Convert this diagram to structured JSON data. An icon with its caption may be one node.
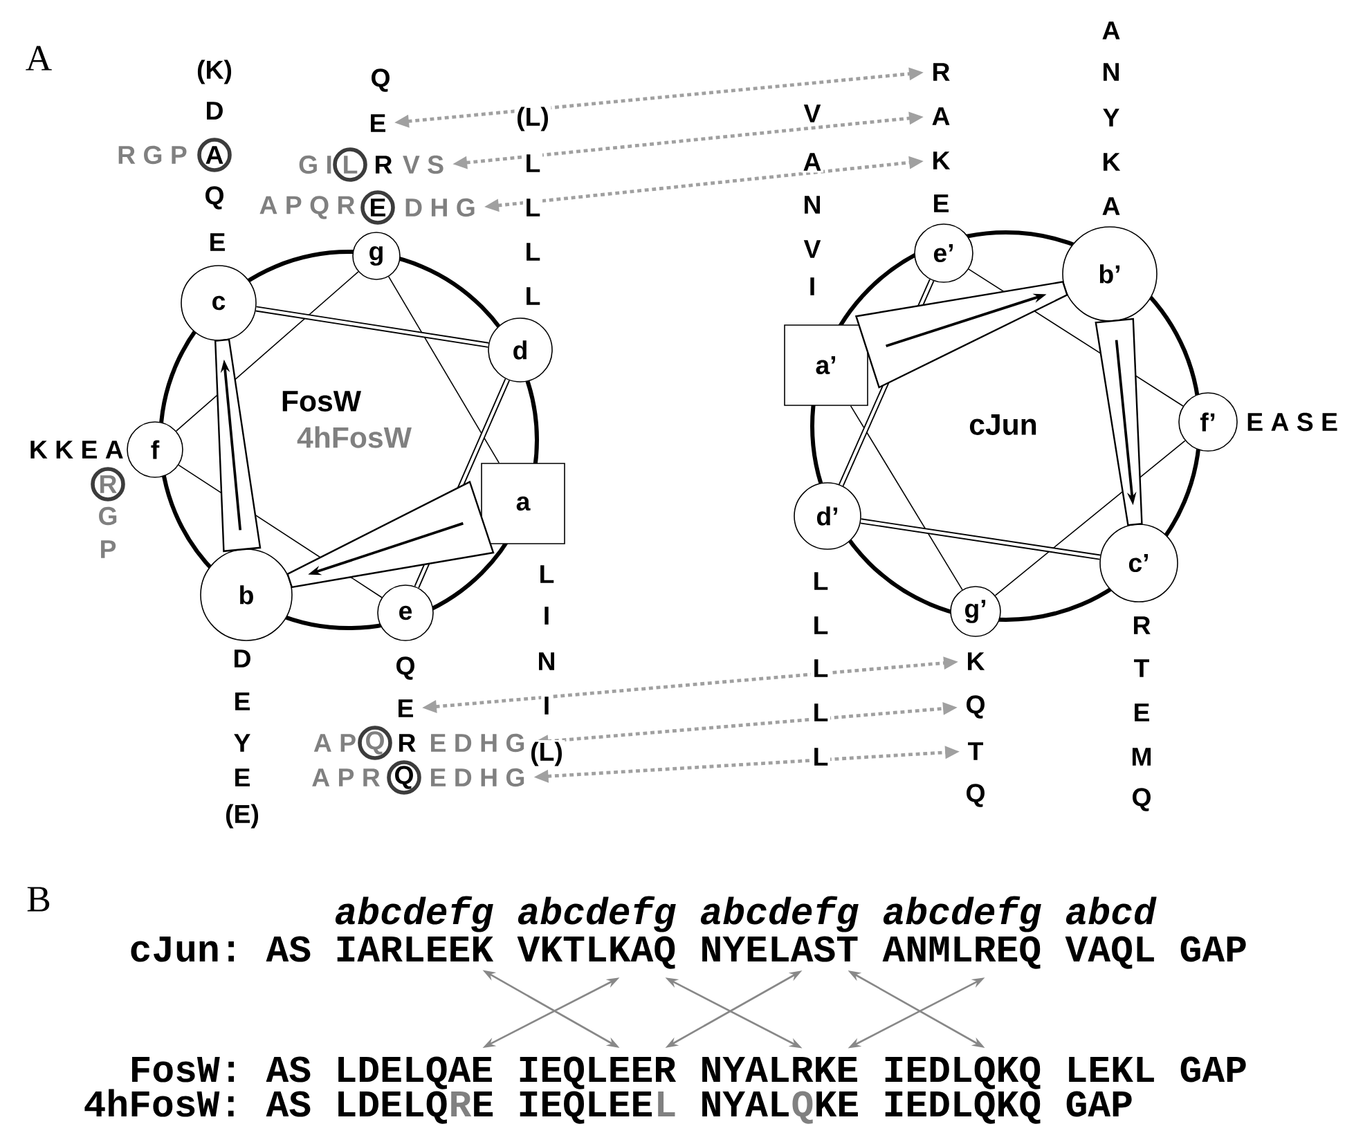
{
  "diagram": {
    "nodes": [
      {
        "text": [
          "a"
        ]
      },
      {
        "text": [
          "b"
        ]
      },
      {
        "text": [
          "c"
        ]
      },
      {
        "text": [
          "d"
        ]
      },
      {
        "text": [
          "e"
        ]
      },
      {
        "text": [
          "f"
        ]
      },
      {
        "text": [
          "g"
        ]
      },
      {
        "text": [
          "a’"
        ]
      },
      {
        "text": [
          "b’"
        ]
      },
      {
        "text": [
          "c’"
        ]
      },
      {
        "text": [
          "d’"
        ]
      },
      {
        "text": [
          "e’"
        ]
      },
      {
        "text": [
          "f’"
        ]
      },
      {
        "text": [
          "g’"
        ]
      },
      {
        "text": [
          "E"
        ]
      },
      {
        "text": [
          "G I",
          "L",
          "R",
          "V S"
        ]
      },
      {
        "text": [
          "A P Q R",
          "E",
          "D H G"
        ]
      },
      {
        "text": [
          "E"
        ]
      },
      {
        "text": [
          "A P",
          "Q",
          "R",
          "E D H G"
        ]
      },
      {
        "text": [
          "A P R",
          "Q",
          "E D H G"
        ]
      },
      {
        "text": [
          "R"
        ]
      },
      {
        "text": [
          "A"
        ]
      },
      {
        "text": [
          "K"
        ]
      },
      {
        "text": [
          "K"
        ]
      },
      {
        "text": [
          "Q"
        ]
      },
      {
        "text": [
          "T"
        ]
      },
      {
        "text": [
          "IARLEEK"
        ]
      },
      {
        "text": [
          "VKTLKAQ"
        ]
      },
      {
        "text": [
          "NYELAST"
        ]
      },
      {
        "text": [
          "ANMLREQ"
        ]
      },
      {
        "text": [
          "LDELQAE"
        ]
      },
      {
        "text": [
          "IEQLEER"
        ]
      },
      {
        "text": [
          "NYALRKE"
        ]
      },
      {
        "text": [
          "IEDLQKQ"
        ]
      },
      {
        "text": [
          "A"
        ]
      },
      {
        "text": [
          "R"
        ]
      }
    ],
    "edges": [
      {
        "from": 0,
        "to": 1,
        "arrow": "to"
      },
      {
        "from": 1,
        "to": 2,
        "arrow": "to"
      },
      {
        "from": 2,
        "to": 3,
        "arrow": "none",
        "style": "thick"
      },
      {
        "from": 3,
        "to": 4,
        "arrow": "none",
        "style": "thick"
      },
      {
        "from": 4,
        "to": 5,
        "arrow": "none"
      },
      {
        "from": 5,
        "to": 6,
        "arrow": "none"
      },
      {
        "from": 6,
        "to": 0,
        "arrow": "none"
      },
      {
        "from": 7,
        "to": 8,
        "arrow": "to"
      },
      {
        "from": 8,
        "to": 9,
        "arrow": "to"
      },
      {
        "from": 9,
        "to": 10,
        "arrow": "none",
        "style": "thick"
      },
      {
        "from": 10,
        "to": 11,
        "arrow": "none",
        "style": "thick"
      },
      {
        "from": 11,
        "to": 12,
        "arrow": "none"
      },
      {
        "from": 12,
        "to": 13,
        "arrow": "none"
      },
      {
        "from": 13,
        "to": 7,
        "arrow": "none"
      },
      {
        "from": 14,
        "to": 20,
        "arrow": "both",
        "style": "dashed",
        "color": "#a0a0a0"
      },
      {
        "from": 15,
        "to": 21,
        "arrow": "both",
        "style": "dashed",
        "color": "#a0a0a0"
      },
      {
        "from": 16,
        "to": 22,
        "arrow": "both",
        "style": "dashed",
        "color": "#a0a0a0"
      },
      {
        "from": 17,
        "to": 23,
        "arrow": "both",
        "style": "dashed",
        "color": "#a0a0a0"
      },
      {
        "from": 18,
        "to": 24,
        "arrow": "both",
        "style": "dashed",
        "color": "#a0a0a0"
      },
      {
        "from": 19,
        "to": 25,
        "arrow": "both",
        "style": "dashed",
        "color": "#a0a0a0"
      },
      {
        "from": 26,
        "to": 31,
        "arrow": "both",
        "color": "#888888"
      },
      {
        "from": 27,
        "to": 30,
        "arrow": "both",
        "color": "#888888"
      },
      {
        "from": 27,
        "to": 32,
        "arrow": "both",
        "color": "#888888"
      },
      {
        "from": 28,
        "to": 31,
        "arrow": "both",
        "color": "#888888"
      },
      {
        "from": 28,
        "to": 33,
        "arrow": "both",
        "color": "#888888"
      },
      {
        "from": 29,
        "to": 32,
        "arrow": "both",
        "color": "#888888"
      }
    ],
    "labels": [
      "A",
      "(K)",
      "D",
      "R G P",
      "Q",
      "E",
      "Q",
      "(L)",
      "L",
      "L",
      "L",
      "L",
      "V",
      "A",
      "N",
      "V",
      "I",
      "E",
      "A",
      "N",
      "Y",
      "K",
      "A",
      "FosW",
      "4hFosW",
      "cJun",
      "E A S E",
      "K K E A",
      "G",
      "P",
      "D",
      "E",
      "Y",
      "E",
      "(E)",
      "Q",
      "L",
      "I",
      "N",
      "I",
      "(L)",
      "L",
      "L",
      "L",
      "L",
      "L",
      "Q",
      "R",
      "T",
      "E",
      "M",
      "Q",
      "B",
      "abcdefg",
      "abcdefg",
      "abcdefg",
      "abcdefg",
      "abcd",
      "cJun:",
      "AS",
      "VAQL",
      "GAP",
      "FosW:",
      "AS",
      "LEKL",
      "GAP",
      "4hFosW:",
      "AS",
      "LDELQ",
      "R",
      "E",
      "IEQLEE",
      "L",
      "NYAL",
      "Q",
      "KE",
      "IEDLQKQ",
      "GAP"
    ]
  }
}
